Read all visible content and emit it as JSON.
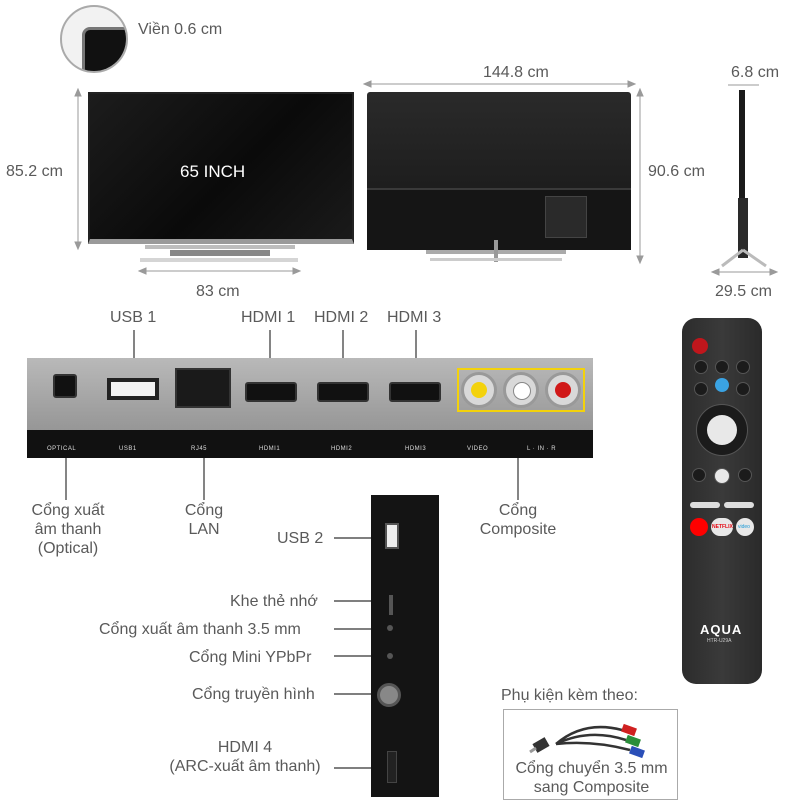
{
  "dimensions": {
    "bezel": "Viền 0.6 cm",
    "height_front": "85.2 cm",
    "screen_size": "65 INCH",
    "stand_width": "83 cm",
    "width_back": "144.8 cm",
    "height_back": "90.6 cm",
    "depth_top": "6.8 cm",
    "depth_base": "29.5 cm"
  },
  "rear_ports": {
    "usb1": "USB 1",
    "hdmi1": "HDMI 1",
    "hdmi2": "HDMI 2",
    "hdmi3": "HDMI 3",
    "optical": [
      "Cổng xuất",
      "âm thanh",
      "(Optical)"
    ],
    "lan": [
      "Cổng",
      "LAN"
    ],
    "composite": [
      "Cổng",
      "Composite"
    ]
  },
  "panel_labels": {
    "optical": "OPTICAL",
    "usb1": "USB1",
    "rj45": "RJ45",
    "hdmi1": "HDMI1",
    "hdmi2": "HDMI2",
    "hdmi3": "HDMI3",
    "video": "VIDEO",
    "lr": "L · IN · R"
  },
  "side_ports": {
    "usb2": "USB 2",
    "card": "Khe thẻ nhớ",
    "audio35": "Cổng xuất âm thanh 3.5 mm",
    "ypbpr": "Cổng Mini YPbPr",
    "antenna": "Cổng truyền hình",
    "hdmi4": [
      "HDMI 4",
      "(ARC-xuất âm thanh)"
    ]
  },
  "remote": {
    "brand": "AQUA",
    "model": "HTR-U29A",
    "netflix": "NETFLIX",
    "video": "video"
  },
  "accessory": {
    "title": "Phụ kiện kèm theo:",
    "item": [
      "Cổng chuyển 3.5 mm",
      "sang Composite"
    ]
  },
  "colors": {
    "label": "#5a5a5a",
    "highlight": "#f3d20c",
    "line": "#8a8a8a",
    "netflix": "#e50914",
    "youtube": "#ff0000"
  }
}
